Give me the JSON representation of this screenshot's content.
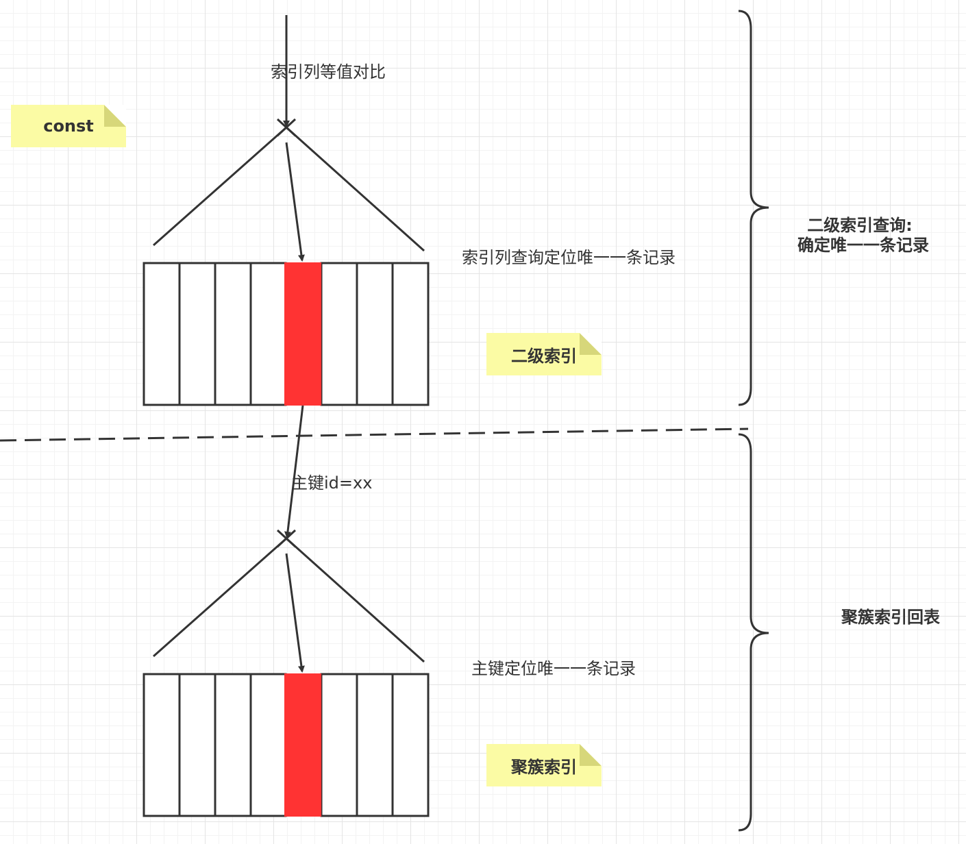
{
  "notes": {
    "const": "const",
    "secondary_index": "二级索引",
    "clustered_index": "聚簇索引"
  },
  "edge_labels": {
    "index_compare": "索引列等值对比",
    "primary_key": "主键id=xx"
  },
  "descriptions": {
    "secondary_locate": "索引列查询定位唯一一条记录",
    "primary_locate": "主键定位唯一一条记录"
  },
  "brace_labels": {
    "secondary_query_line1": "二级索引查询:",
    "secondary_query_line2": "确定唯一一条记录",
    "clustered_lookup": "聚簇索引回表"
  },
  "colors": {
    "highlight": "#ff3333",
    "line": "#333333",
    "note": "#fbfba4",
    "note_fold": "#d7d77a"
  }
}
